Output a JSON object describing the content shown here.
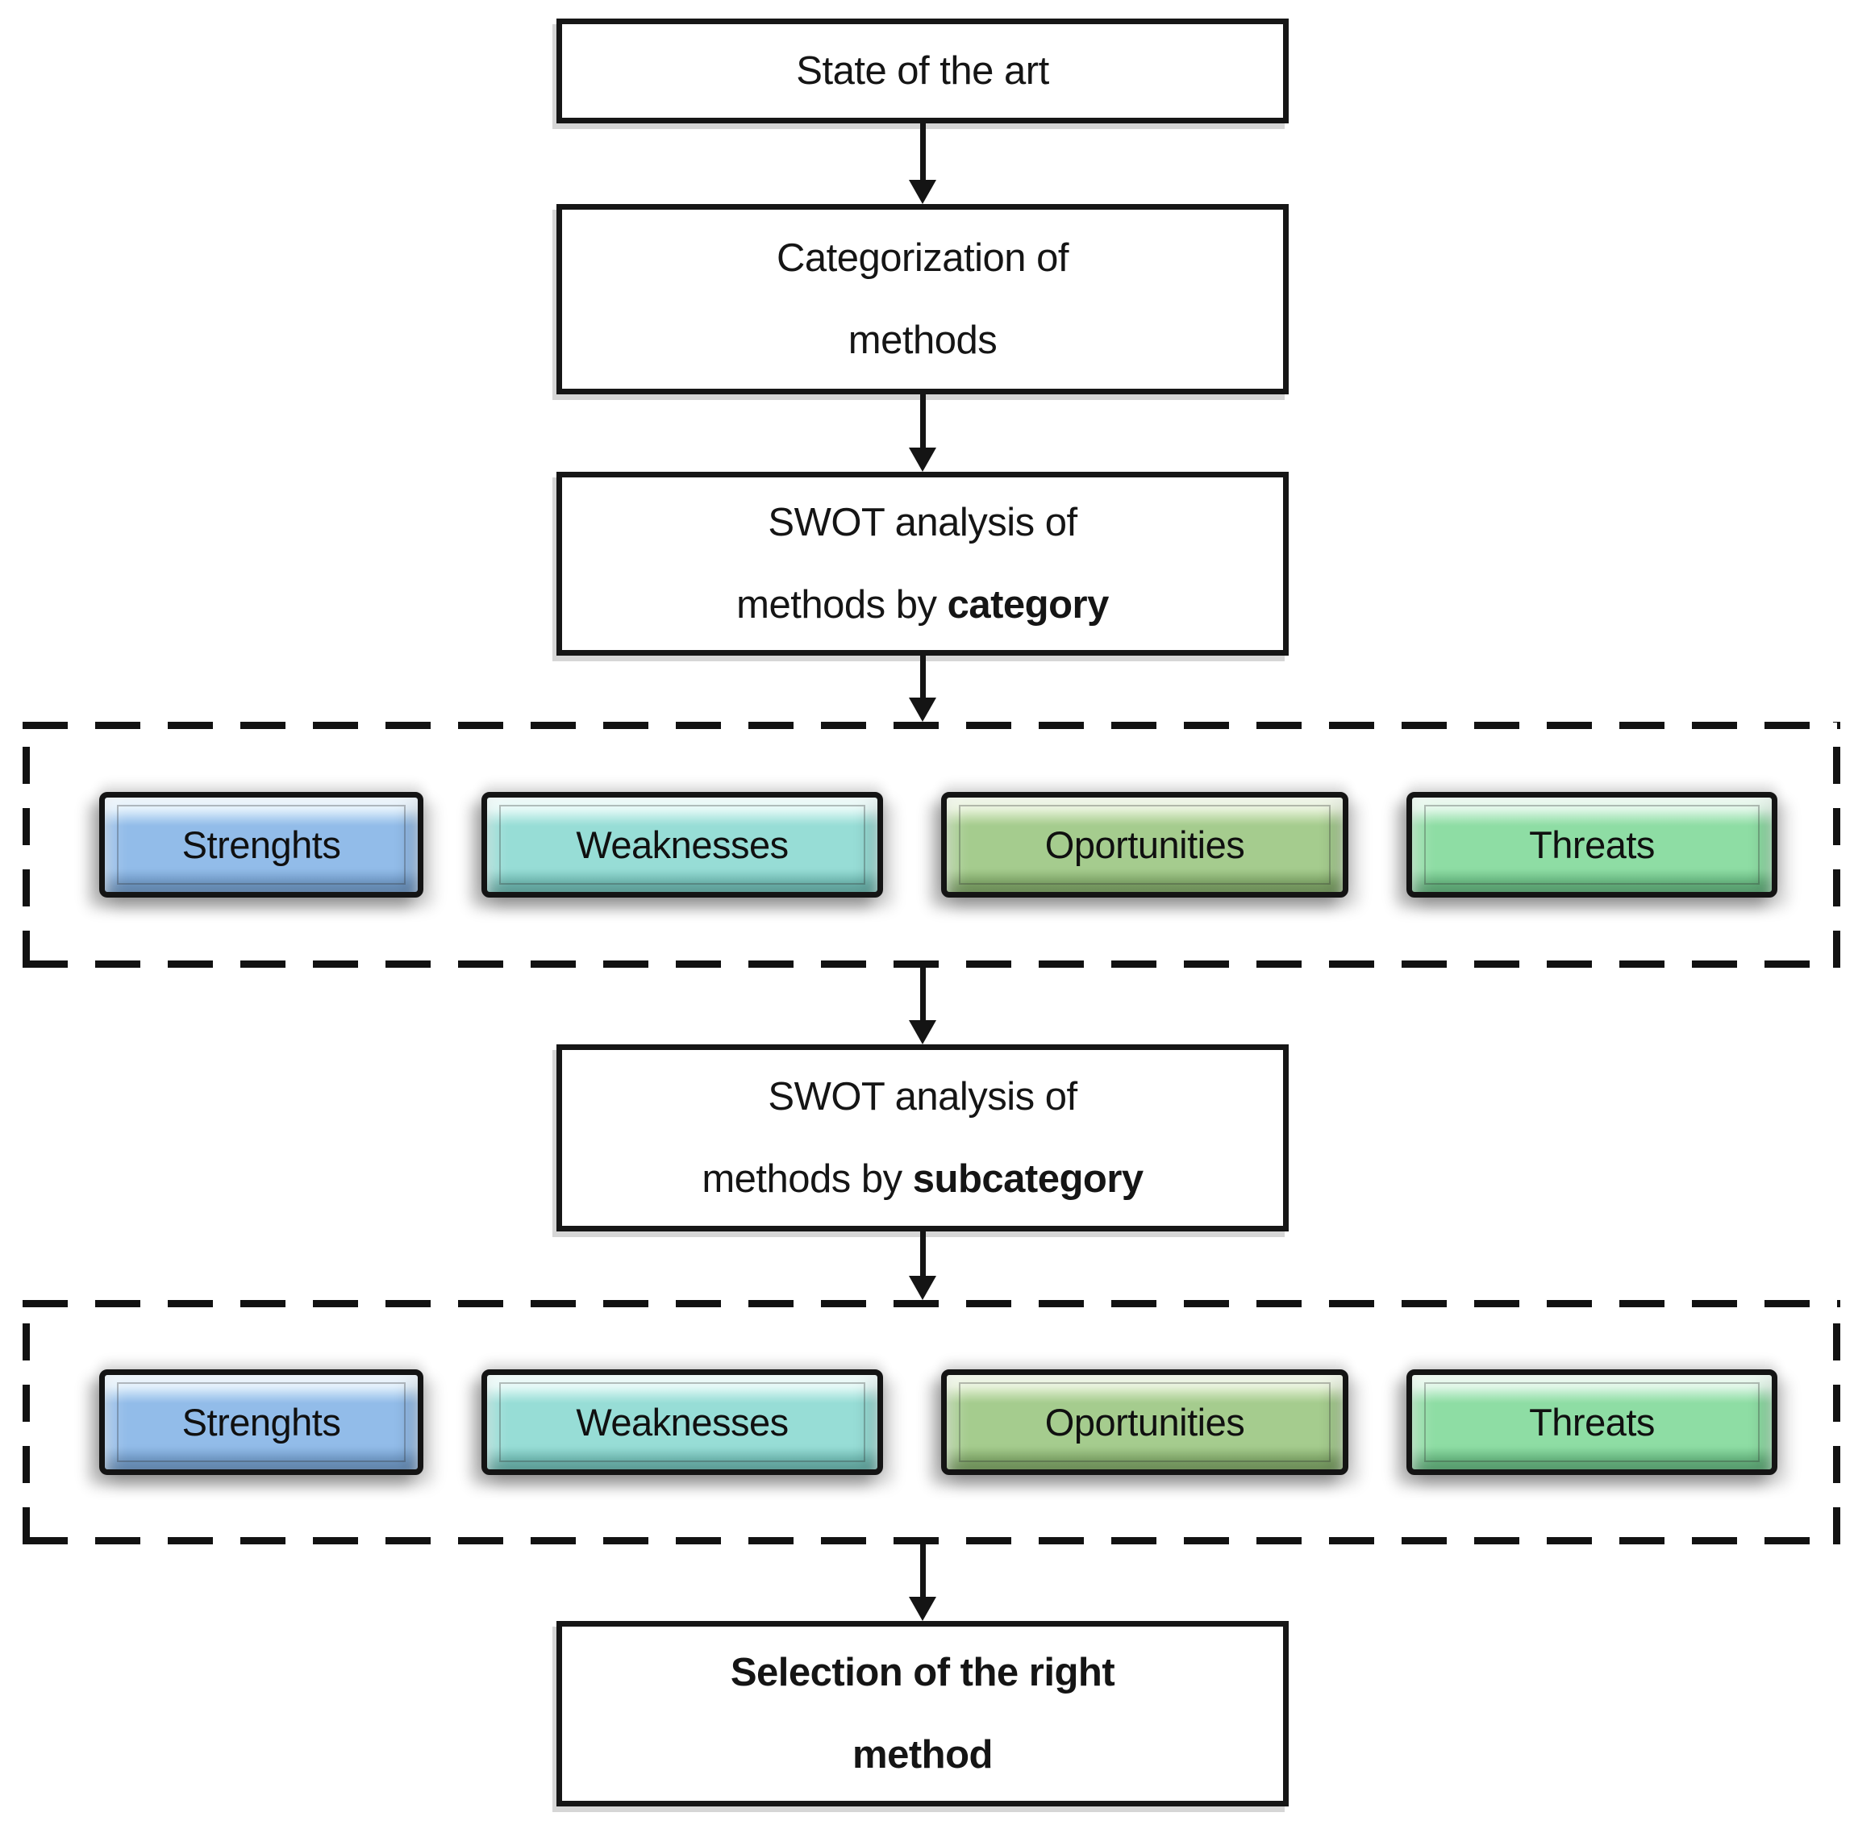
{
  "figure": {
    "type": "flowchart",
    "background": "#ffffff",
    "line_color": "#141414",
    "boxes": {
      "state": {
        "line1": "State of the art"
      },
      "categorization": {
        "line1": "Categorization of",
        "line2": "methods"
      },
      "swot_category": {
        "line1": "SWOT analysis of",
        "line2_normal": "methods by ",
        "line2_bold": "category"
      },
      "swot_subcategory": {
        "line1": "SWOT analysis of",
        "line2_normal": "methods by ",
        "line2_bold": "subcategory"
      },
      "selection": {
        "line1": "Selection of the right",
        "line2": "method"
      }
    },
    "swot": {
      "buttons": [
        {
          "label": "Strenghts",
          "color_main": "#92bce9",
          "color_light": "#cfe6f9",
          "color_dark": "#6d9ccf"
        },
        {
          "label": "Weaknesses",
          "color_main": "#97ddd6",
          "color_light": "#d3f5f1",
          "color_dark": "#67bdb4"
        },
        {
          "label": "Oportunities",
          "color_main": "#a5cc8e",
          "color_light": "#d7e9c2",
          "color_dark": "#7ca861"
        },
        {
          "label": "Threats",
          "color_main": "#8edda4",
          "color_light": "#ccf2d8",
          "color_dark": "#5fba7d"
        }
      ]
    }
  }
}
